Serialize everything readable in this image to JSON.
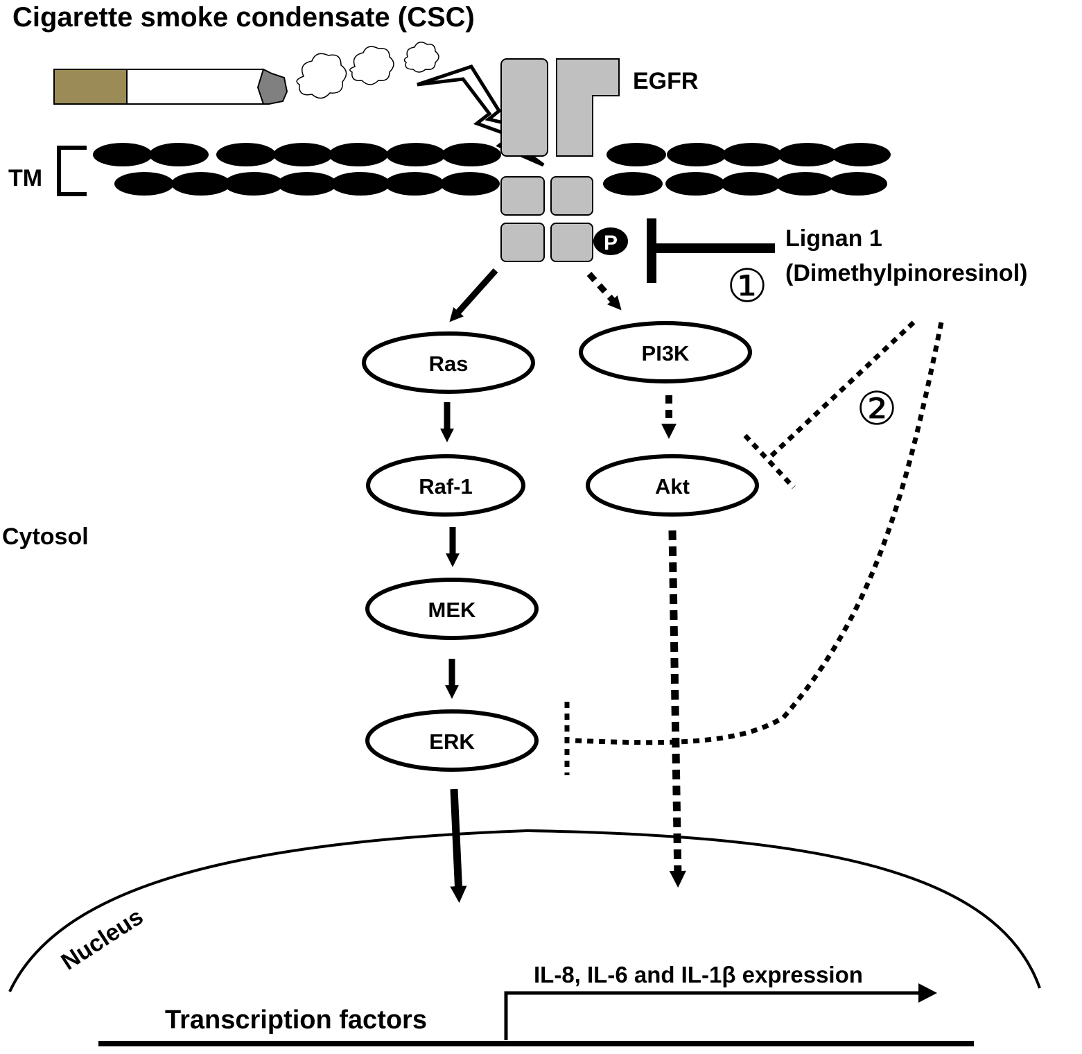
{
  "title": "Cigarette smoke condensate (CSC)",
  "labels": {
    "egfr": "EGFR",
    "tm": "TM",
    "phospho": "P",
    "inhibitor_name": "Lignan 1",
    "inhibitor_alt": "(Dimethylpinoresinol)",
    "mark_1": "①",
    "mark_2": "②",
    "cytosol": "Cytosol",
    "nucleus": "Nucleus",
    "expression": "IL-8, IL-6 and IL-1β expression",
    "transcription": "Transcription factors"
  },
  "nodes": {
    "ras": "Ras",
    "raf1": "Raf-1",
    "mek": "MEK",
    "erk": "ERK",
    "pi3k": "PI3K",
    "akt": "Akt"
  },
  "colors": {
    "cigarette_filter": "#9b8c57",
    "cigarette_ash": "#808080",
    "receptor": "#c0c0c0",
    "membrane": "#000000",
    "line": "#000000"
  }
}
